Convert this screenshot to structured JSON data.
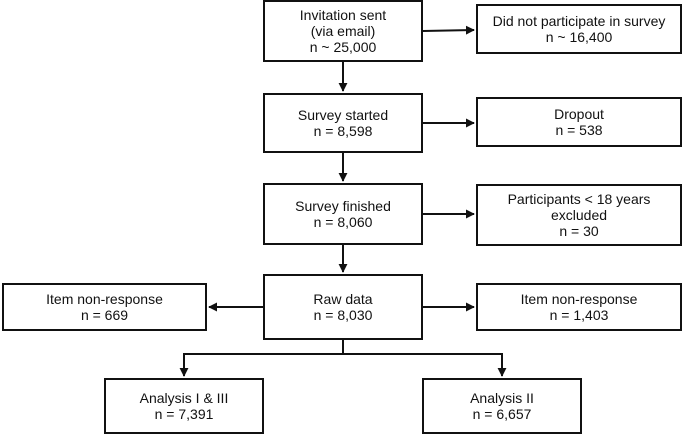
{
  "nodes": {
    "invitation": {
      "lines": [
        "Invitation sent",
        "(via email)",
        "n ~ 25,000"
      ]
    },
    "not_participate": {
      "lines": [
        "Did not participate in survey",
        "n ~ 16,400"
      ]
    },
    "survey_started": {
      "lines": [
        "Survey started",
        "n = 8,598"
      ]
    },
    "dropout": {
      "lines": [
        "Dropout",
        "n = 538"
      ]
    },
    "survey_finished": {
      "lines": [
        "Survey finished",
        "n = 8,060"
      ]
    },
    "under18": {
      "lines": [
        "Participants < 18 years",
        "excluded",
        "n = 30"
      ]
    },
    "raw_data": {
      "lines": [
        "Raw data",
        "n = 8,030"
      ]
    },
    "item_nonresponse_left": {
      "lines": [
        "Item non-response",
        "n = 669"
      ]
    },
    "item_nonresponse_right": {
      "lines": [
        "Item non-response",
        "n = 1,403"
      ]
    },
    "analysis_1_3": {
      "lines": [
        "Analysis I & III",
        "n = 7,391"
      ]
    },
    "analysis_2": {
      "lines": [
        "Analysis II",
        "n = 6,657"
      ]
    }
  },
  "colors": {
    "line": "#111111",
    "box_fill": "#ffffff"
  }
}
